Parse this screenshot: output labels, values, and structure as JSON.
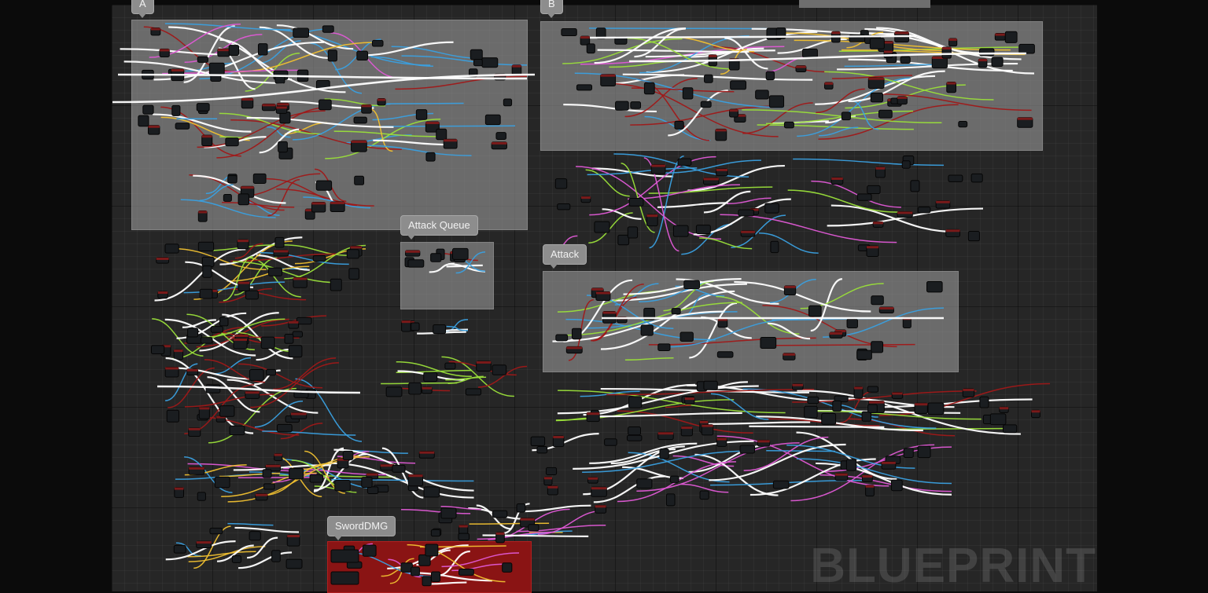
{
  "comments": [
    {
      "id": "A",
      "label": "A"
    },
    {
      "id": "B",
      "label": "B"
    },
    {
      "id": "attack-queue",
      "label": "Attack Queue"
    },
    {
      "id": "attack",
      "label": "Attack"
    },
    {
      "id": "sword-dmg",
      "label": "SwordDMG"
    }
  ],
  "watermark": "BLUEPRINT",
  "colors": {
    "graph_bg": "#262626",
    "comment_gray": "#969696",
    "comment_red": "#8a1414",
    "wire_exec": "#ffffff",
    "wire_object": "#3aa0e0",
    "wire_float": "#9adf3a",
    "wire_bool": "#a01818",
    "wire_string": "#e05ad6",
    "wire_struct": "#f0c030"
  }
}
